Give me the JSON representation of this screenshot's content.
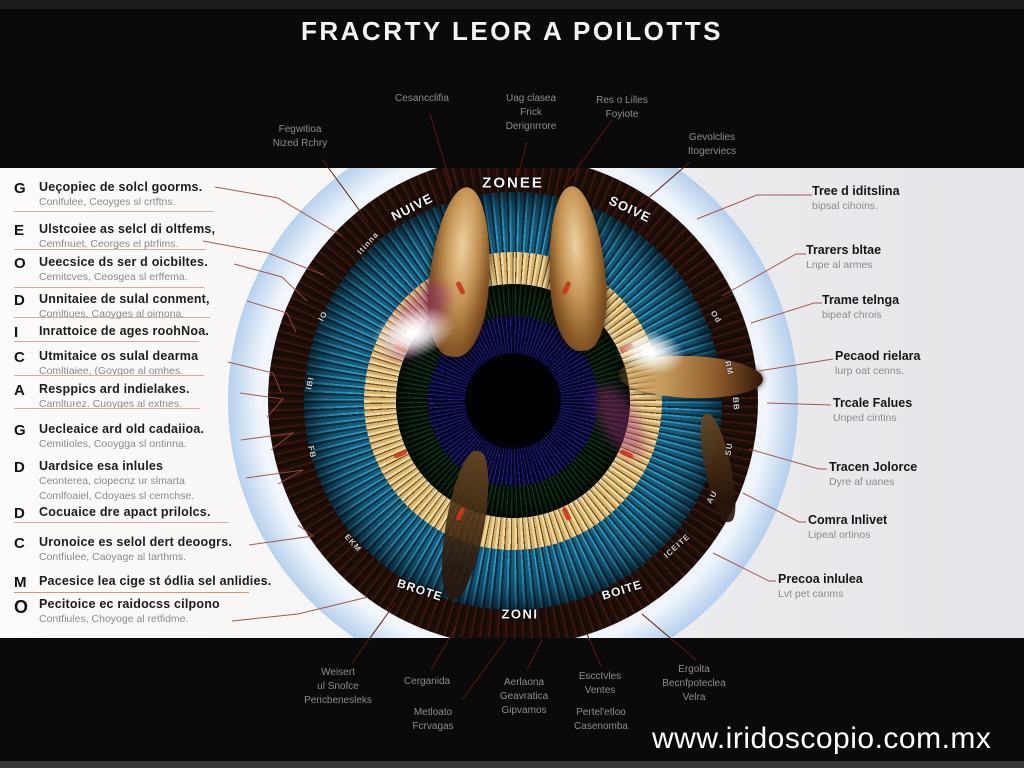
{
  "title": "FRACRTY LEOR A POILOTTS",
  "website": "www.iridoscopio.com.mx",
  "colors": {
    "band": "#0a0a0a",
    "line_light_bg": "#9a4a3c",
    "line_dark_bg": "#5c1a12",
    "iris_blue": "#2a7fa5",
    "iris_gold": "#e3c684",
    "label_muted": "#8f8c89"
  },
  "top_labels": [
    {
      "lines": [
        "Fegwitioa",
        "Nized Rchry"
      ]
    },
    {
      "lines": [
        "Cesancclifia"
      ]
    },
    {
      "lines": [
        "Uag clasea",
        "Frick",
        "Derignrrore"
      ]
    },
    {
      "lines": [
        "Res o Lilles",
        "Foyiote"
      ]
    },
    {
      "lines": [
        "Gevolclies",
        "Itogerviecs"
      ]
    }
  ],
  "left_labels": [
    {
      "letter": "G",
      "title": "Ueçopiec de solcl goorms.",
      "sub": "Conlfulee, Ceoyges sl crtftns."
    },
    {
      "letter": "E",
      "title": "Ulstcoiee as selcl di oltfems,",
      "sub": "Cemfnuet, Ceorges el ptrfims."
    },
    {
      "letter": "O",
      "title": "Ueecsice ds ser d oicbiltes.",
      "sub": "Cemitcves, Ceosgea sl erffema."
    },
    {
      "letter": "D",
      "title": "Unnitaiee de sulal conment,",
      "sub": "Comltiues, Caoyges al oimona."
    },
    {
      "letter": "I",
      "title": "Inrattoice de ages roohNoa."
    },
    {
      "letter": "C",
      "title": "Utmitaice os sulal dearma",
      "sub": "Comltiaiee, (Goygoe al omhes."
    },
    {
      "letter": "A",
      "title": "Resppics ard indielakes.",
      "sub": "Camlturez. Cuoyges al extnes."
    },
    {
      "letter": "G",
      "title": "Uecleaice ard old cadaiioa.",
      "sub": "Cemitioles, Cooygga sl ontinna."
    },
    {
      "letter": "D",
      "title": "Uardsice esa inlules",
      "sub": "Ceonterea, ciopecnz ur slmarta",
      "sub2": "Comlfoaiel, Cdoyaes sl cemchse."
    },
    {
      "letter": "D",
      "title": "Cocuaice dre apact prilolcs."
    },
    {
      "letter": "C",
      "title": "Uronoice es selol dert deoogrs.",
      "sub": "Contfiulee, Caoyage al tarthms."
    },
    {
      "letter": "M",
      "title": "Pacesice lea cige st ódlia sel anlidies."
    },
    {
      "letter": "O",
      "title": "Pecitoice ec raidocss cilpono",
      "sub": "Contfiules, Choyoge al retfidme."
    }
  ],
  "right_labels": [
    {
      "title": "Tree d iditslina",
      "sub": "bipsal cihoins."
    },
    {
      "title": "Trarers bltae",
      "sub": "Lnpe al armes"
    },
    {
      "title": "Trame telnga",
      "sub": "bipeaf chrois"
    },
    {
      "title": "Pecaod rielara",
      "sub": "lurp oat cenns."
    },
    {
      "title": "Trcale Falues",
      "sub": "Unped cintins"
    },
    {
      "title": "Tracen Jolorce",
      "sub": "Dyre af uanes"
    },
    {
      "title": "Comra Inlivet",
      "sub": "Lipeal ortinos"
    },
    {
      "title": "Precoa inlulea",
      "sub": "Lvt pet canms"
    }
  ],
  "bottom_labels": [
    {
      "lines": [
        "Weisert",
        "ul Snofce",
        "Pericbenesleks"
      ]
    },
    {
      "lines": [
        "Cerganida"
      ]
    },
    {
      "lines": [
        "Metloato",
        "Fcrvagas"
      ]
    },
    {
      "lines": [
        "Aerlaona",
        "Geavratica",
        "Gipvamos"
      ]
    },
    {
      "lines": [
        "Escctvles",
        "Ventes"
      ]
    },
    {
      "lines": [
        "Ergolta",
        "Becnfpoteclea",
        "Velra"
      ]
    },
    {
      "lines": [
        "Pertel'etloo",
        "Casenomba"
      ]
    }
  ],
  "eye": {
    "zone_labels": [
      "ZONEE",
      "NUIVE",
      "SOIVE",
      "BROTE",
      "ZONI",
      "BOITE"
    ],
    "rim_marks": [
      "Itinna",
      "IO",
      "IBI",
      "FB",
      "EKM",
      "Od",
      "RM",
      "BB",
      "SU",
      "AU",
      "ICEITE"
    ]
  }
}
